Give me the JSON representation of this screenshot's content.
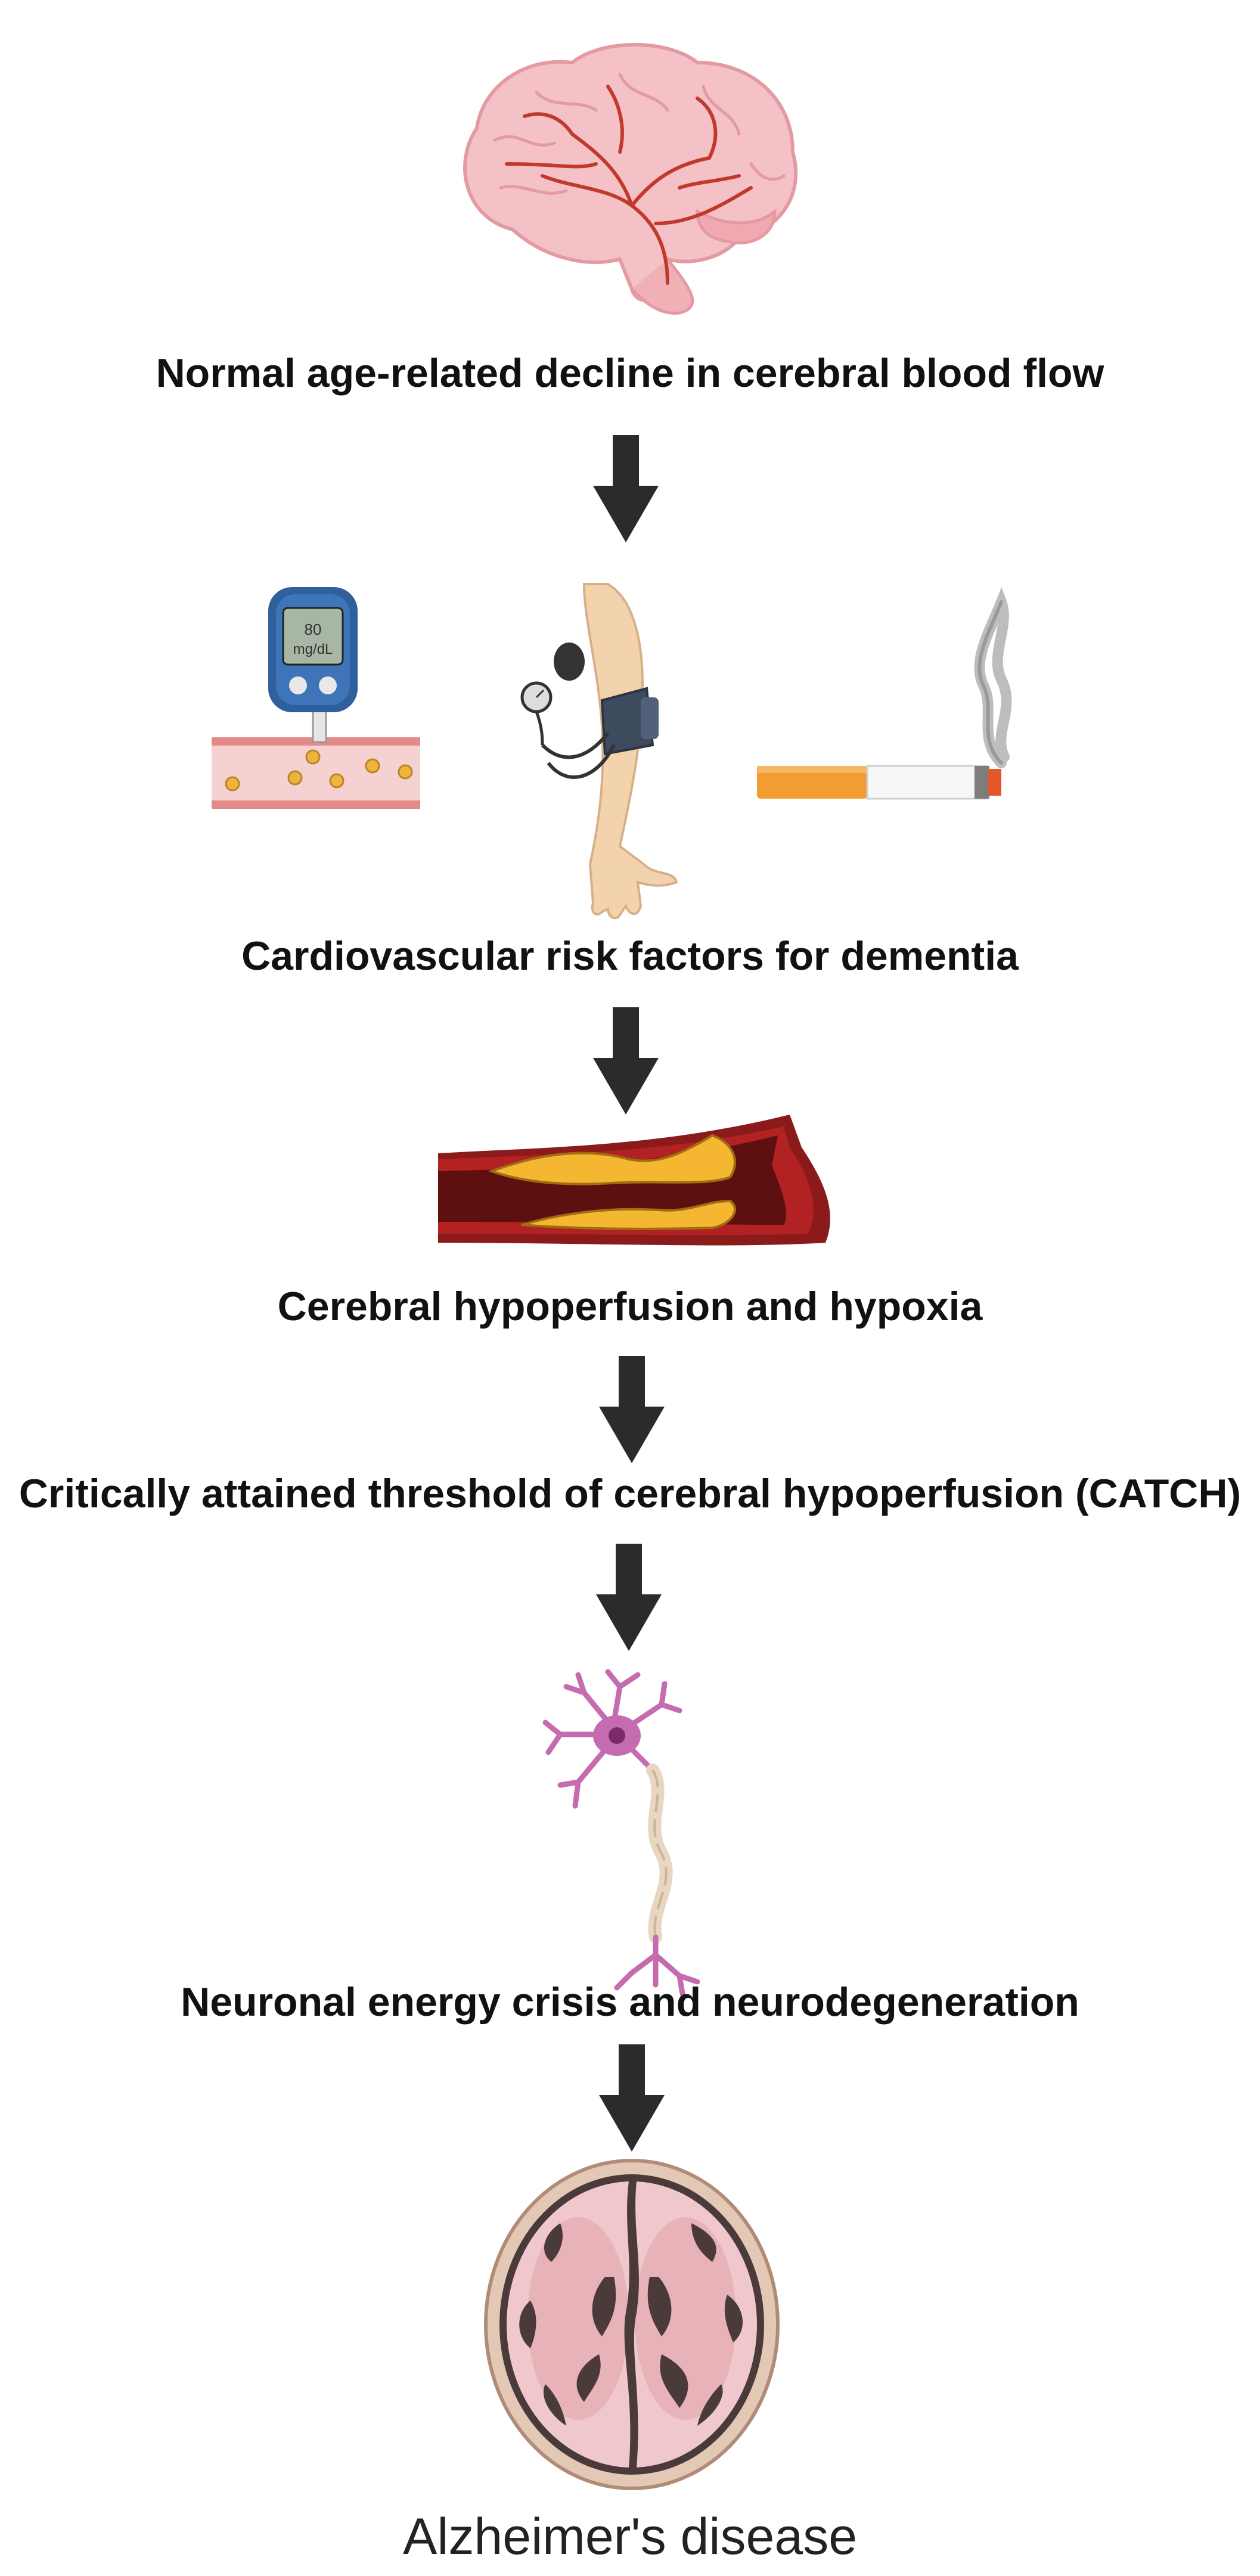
{
  "steps": [
    "Normal age-related decline in cerebral blood flow",
    "Cardiovascular risk factors for dementia",
    "Cerebral hypoperfusion and hypoxia",
    "Critically attained threshold of cerebral hypoperfusion (CATCH)",
    "Neuronal energy crisis and neurodegeneration"
  ],
  "outcome": "Alzheimer's disease",
  "glucometer": {
    "value": "80",
    "unit": "mg/dL"
  },
  "colors": {
    "arrow": "#2b2b2b",
    "brain": "#f2b8bd",
    "vessel": "#c0392b",
    "artery_wall": "#8b1a1a",
    "plaque": "#f5b731",
    "neuron": "#c56bb0",
    "cigarette_filter": "#f39c34"
  },
  "icons": [
    "brain-icon",
    "glucometer-icon",
    "blood-pressure-cuff-icon",
    "cigarette-icon",
    "artery-plaque-icon",
    "neuron-icon",
    "brain-scan-icon",
    "down-arrow-icon"
  ]
}
